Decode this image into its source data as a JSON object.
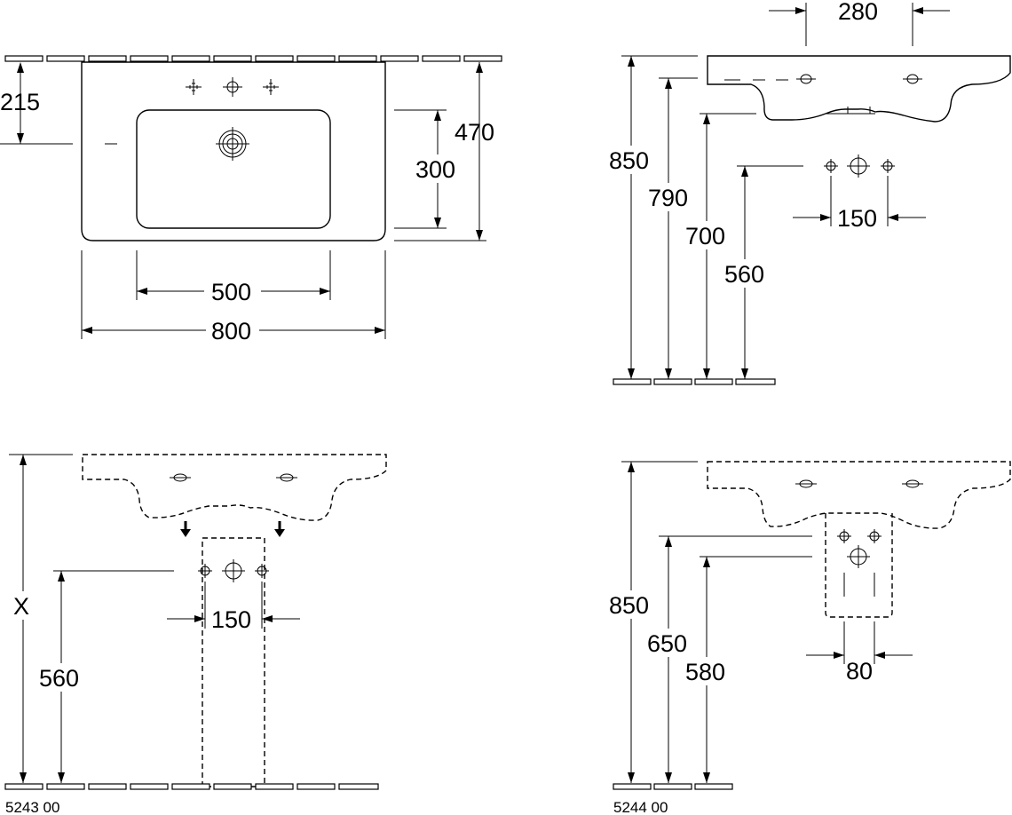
{
  "top_view": {
    "dim_215": "215",
    "dim_470": "470",
    "dim_300": "300",
    "dim_500": "500",
    "dim_800": "800"
  },
  "side_view": {
    "dim_280": "280",
    "dim_850": "850",
    "dim_790": "790",
    "dim_700": "700",
    "dim_560": "560",
    "dim_150": "150"
  },
  "variant_5243": {
    "dim_x": "X",
    "dim_560": "560",
    "dim_150": "150",
    "code": "5243 00"
  },
  "variant_5244": {
    "dim_850": "850",
    "dim_650": "650",
    "dim_580": "580",
    "dim_80": "80",
    "code": "5244 00"
  }
}
